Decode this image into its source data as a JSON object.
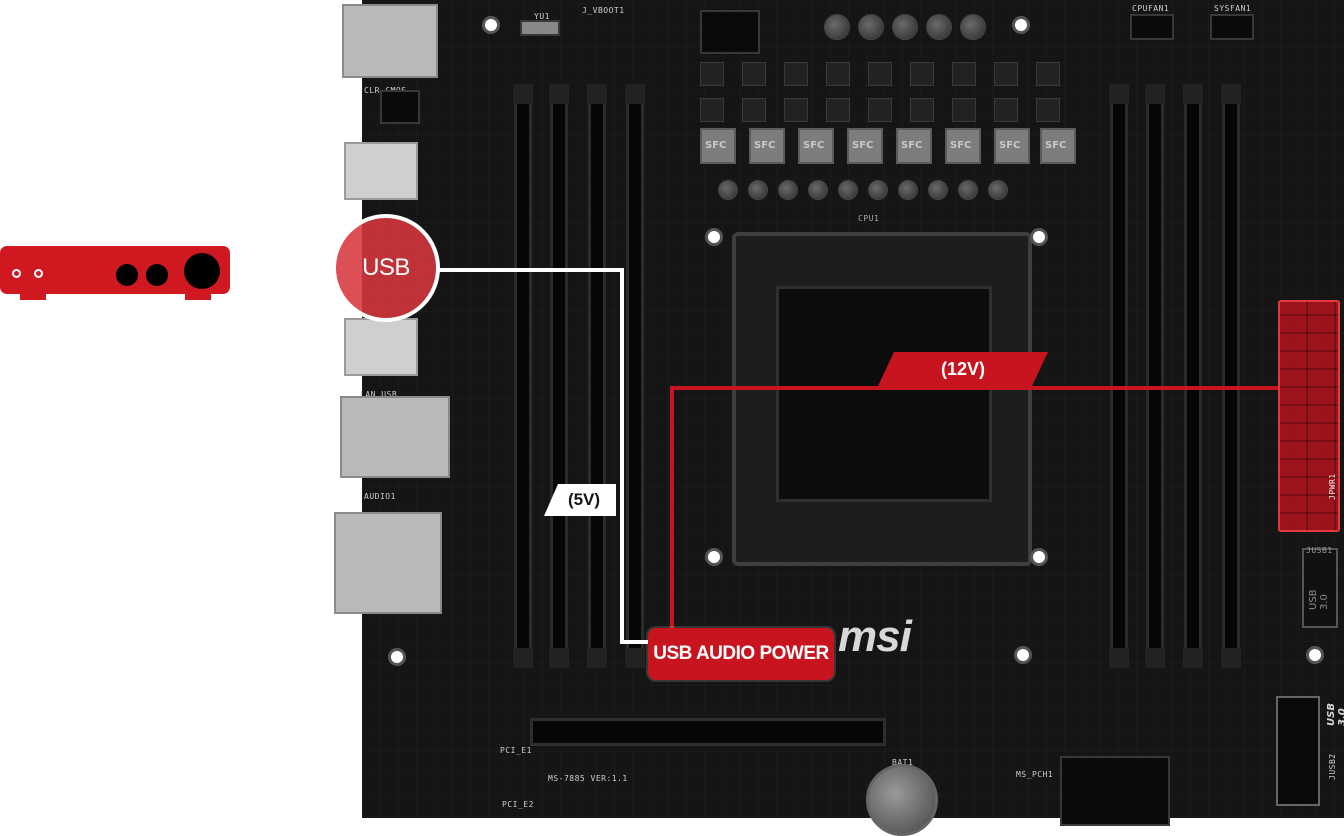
{
  "labels": {
    "usb": "USB",
    "five_volt": "(5V)",
    "twelve_volt": "(12V)",
    "usb_audio_power": "USB AUDIO POWER"
  },
  "board_marks": {
    "clr_cmos": "CLR_CMOS",
    "lan_usb": "LAN_USB",
    "audio": "AUDIO1",
    "cpu": "CPU1",
    "cpufan": "CPUFAN1",
    "sysfan": "SYSFAN1",
    "j_vboot": "J_VBOOT1",
    "yu1": "YU1",
    "pci_e1": "PCI_E1",
    "pci_e2": "PCI_E2",
    "model": "MS-7885 VER:1.1",
    "bat": "BAT1",
    "ms_pch": "MS_PCH1",
    "jusb1": "JUSB1",
    "usb30": "USB 3.0",
    "usb30_side": "USB 3.0",
    "jusb2": "JUSB2",
    "jpwr": "JPWR1",
    "logo": "msi"
  },
  "colors": {
    "accent_red": "#c8141e",
    "usb_circle": "#d7373c",
    "board": "#151515",
    "line_white": "#ffffff"
  }
}
